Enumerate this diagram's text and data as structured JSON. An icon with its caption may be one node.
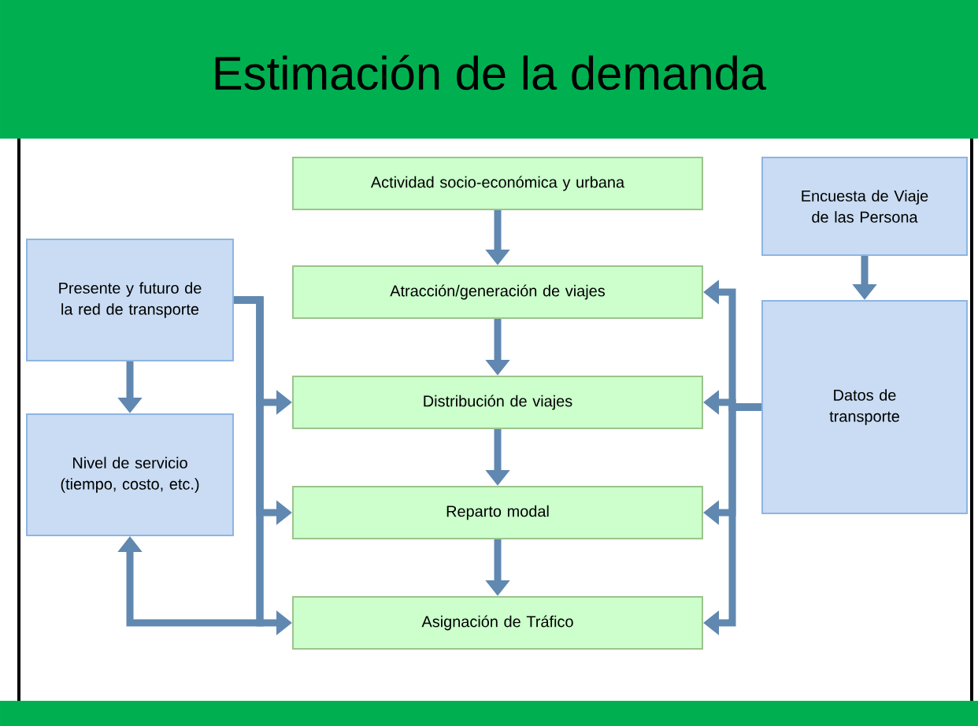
{
  "diagram": {
    "title": "Estimación de la demanda",
    "nodes": [
      {
        "text": [
          "Actividad socio-económica y urbana"
        ]
      },
      {
        "text": [
          "Atracción/generación de viajes"
        ]
      },
      {
        "text": [
          "Distribución de viajes"
        ]
      },
      {
        "text": [
          "Reparto modal"
        ]
      },
      {
        "text": [
          "Asignación de Tráfico"
        ]
      },
      {
        "text": [
          "Presente y futuro de la red de transporte"
        ]
      },
      {
        "text": [
          "Nivel de servicio (tiempo, costo, etc.)"
        ]
      },
      {
        "text": [
          "Encuesta de Viaje de las Persona"
        ]
      },
      {
        "text": [
          "Datos de transporte"
        ]
      }
    ],
    "edges": [
      {
        "from": 0,
        "to": 1,
        "arrow": "to"
      },
      {
        "from": 1,
        "to": 2,
        "arrow": "to"
      },
      {
        "from": 2,
        "to": 3,
        "arrow": "to"
      },
      {
        "from": 3,
        "to": 4,
        "arrow": "to"
      },
      {
        "from": 5,
        "to": 6,
        "arrow": "to"
      },
      {
        "from": 7,
        "to": 8,
        "arrow": "to"
      },
      {
        "from": 5,
        "to": 2,
        "arrow": "to"
      },
      {
        "from": 5,
        "to": 3,
        "arrow": "to"
      },
      {
        "from": 5,
        "to": 4,
        "arrow": "to"
      },
      {
        "from": 5,
        "to": 6,
        "arrow": "to"
      },
      {
        "from": 8,
        "to": 1,
        "arrow": "to"
      },
      {
        "from": 8,
        "to": 2,
        "arrow": "to"
      },
      {
        "from": 8,
        "to": 3,
        "arrow": "to"
      },
      {
        "from": 8,
        "to": 4,
        "arrow": "to"
      }
    ]
  }
}
